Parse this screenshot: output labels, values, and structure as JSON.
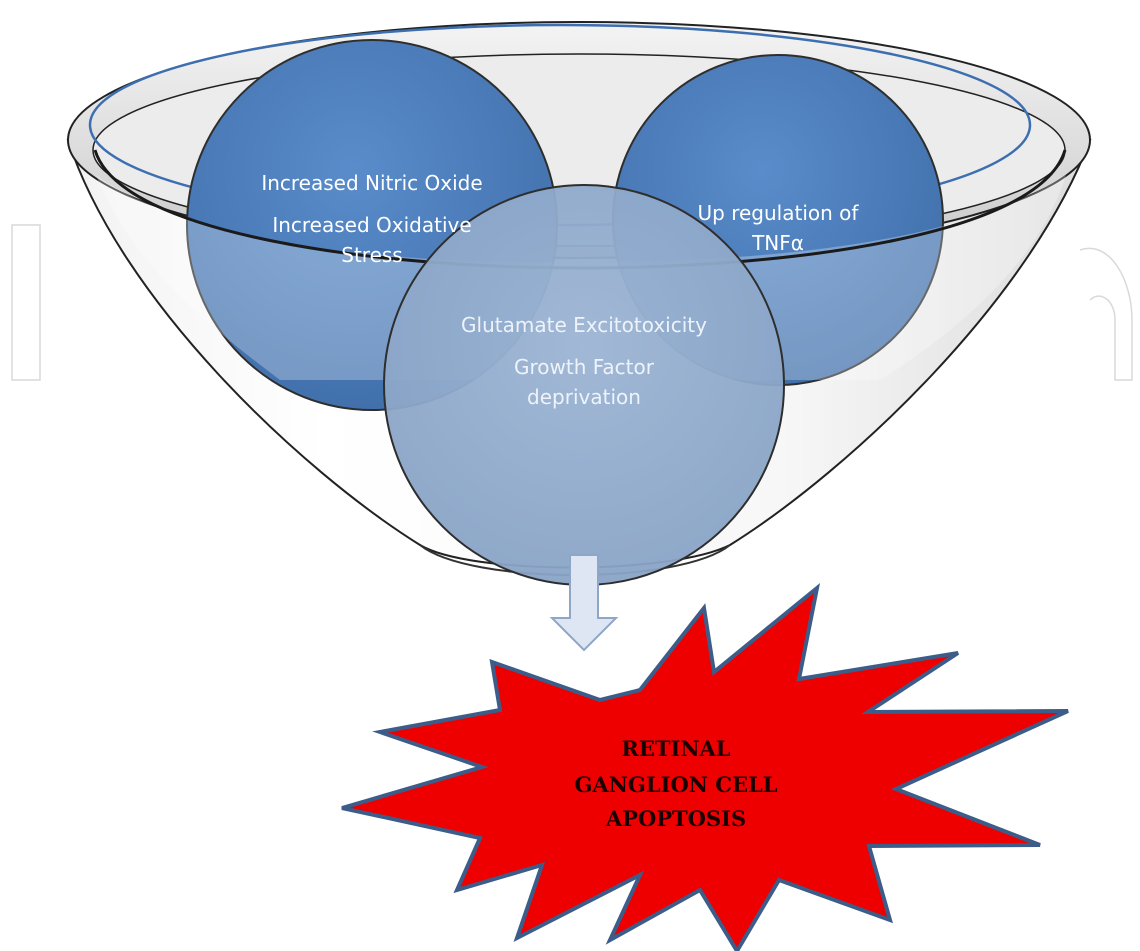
{
  "funnel": {
    "circles": [
      {
        "id": "left",
        "lines": [
          "Increased Nitric Oxide",
          "Increased Oxidative",
          "Stress"
        ]
      },
      {
        "id": "right",
        "lines": [
          "Up regulation of",
          "TNFα"
        ]
      },
      {
        "id": "center",
        "lines": [
          "Glutamate Excitotoxicity",
          "Growth Factor",
          "deprivation"
        ]
      }
    ]
  },
  "outcome": {
    "lines": [
      "RETINAL",
      "GANGLION CELL",
      "APOPTOSIS"
    ]
  },
  "colors": {
    "circle_blue": "#4a7ab8",
    "circle_center": "#8fa9c9",
    "burst_fill": "#ee0000",
    "burst_stroke": "#3c5d8a",
    "funnel_stroke": "#222222",
    "arrow_fill": "#dde6f2",
    "arrow_stroke": "#8ea6c8"
  }
}
